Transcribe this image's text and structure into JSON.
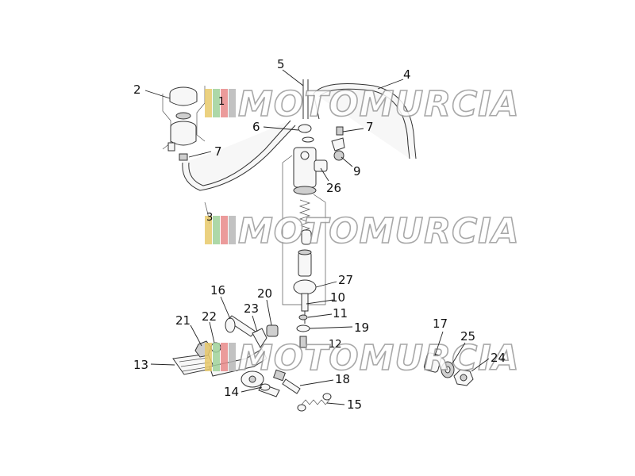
{
  "diagram": {
    "callouts": [
      {
        "id": "c2",
        "text": "2"
      },
      {
        "id": "c5",
        "text": "5"
      },
      {
        "id": "c4",
        "text": "4"
      },
      {
        "id": "c6",
        "text": "6"
      },
      {
        "id": "c7a",
        "text": "7"
      },
      {
        "id": "c7b",
        "text": "7"
      },
      {
        "id": "c9",
        "text": "9"
      },
      {
        "id": "c26",
        "text": "26"
      },
      {
        "id": "c27",
        "text": "27"
      },
      {
        "id": "c10",
        "text": "10"
      },
      {
        "id": "c11",
        "text": "11"
      },
      {
        "id": "c19",
        "text": "19"
      },
      {
        "id": "c16",
        "text": "16"
      },
      {
        "id": "c20",
        "text": "20"
      },
      {
        "id": "c23",
        "text": "23"
      },
      {
        "id": "c21",
        "text": "21"
      },
      {
        "id": "c22",
        "text": "22"
      },
      {
        "id": "c13",
        "text": "13"
      },
      {
        "id": "c14",
        "text": "14"
      },
      {
        "id": "c15",
        "text": "15"
      },
      {
        "id": "c18",
        "text": "18"
      },
      {
        "id": "c17",
        "text": "17"
      },
      {
        "id": "c25",
        "text": "25"
      },
      {
        "id": "c24",
        "text": "24"
      },
      {
        "id": "c1",
        "text": "1"
      },
      {
        "id": "c3",
        "text": "3"
      },
      {
        "id": "c12",
        "text": "12"
      }
    ],
    "watermark": "MOTOMURCIA",
    "stripe_colors": [
      "#e8c96a",
      "#9fd29a",
      "#e88a8a",
      "#b8b8b8"
    ]
  }
}
